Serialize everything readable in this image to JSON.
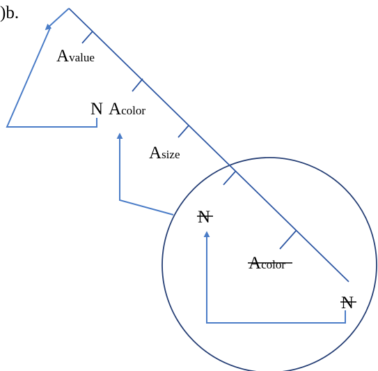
{
  "caption": ")b.",
  "colors": {
    "spine": "#2e57a3",
    "arrow": "#4a7cc7",
    "circle": "#263f75",
    "text": "#000000"
  },
  "labels": {
    "a_value": {
      "base": "A",
      "sub": "value"
    },
    "n_top": "N",
    "a_color": {
      "base": "A",
      "sub": "color"
    },
    "a_size": {
      "base": "A",
      "sub": "size"
    },
    "n_struck_1": "N",
    "a_color_struck": {
      "base": "A",
      "sub": "color"
    },
    "n_struck_2": "N"
  },
  "icons": {
    "arrowhead": "arrowhead-icon"
  }
}
